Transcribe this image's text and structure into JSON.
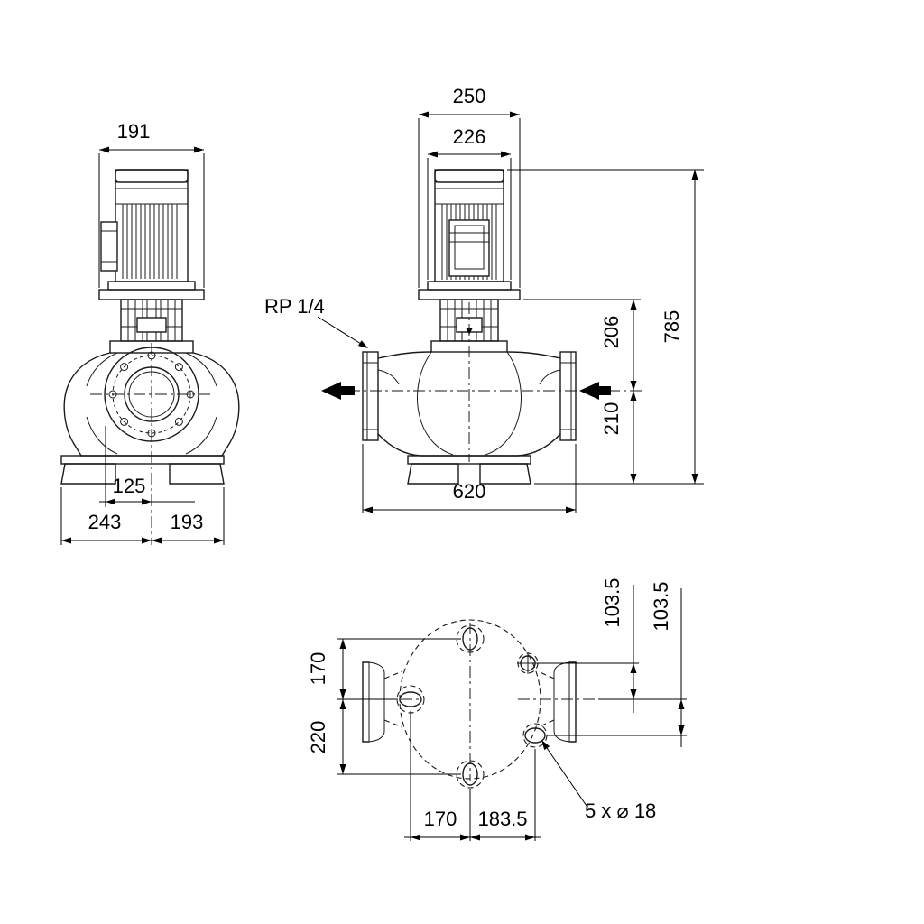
{
  "side_view": {
    "motor_width": "191",
    "port_dim": "125",
    "base_left": "243",
    "base_right": "193"
  },
  "front_view": {
    "stool_width": "250",
    "flange_width": "226",
    "tapping_label": "RP 1/4",
    "total_height": "785",
    "center_to_stool": "206",
    "center_to_base": "210",
    "overall_length": "620"
  },
  "plan_view": {
    "hole_top_offset": "170",
    "hole_bottom_offset": "220",
    "hole_right_upper_offset": "103.5",
    "hole_right_lower_offset": "103.5",
    "hole_left_offset": "170",
    "hole_right_offset": "183.5",
    "holes_note": "5 x ⌀ 18"
  }
}
